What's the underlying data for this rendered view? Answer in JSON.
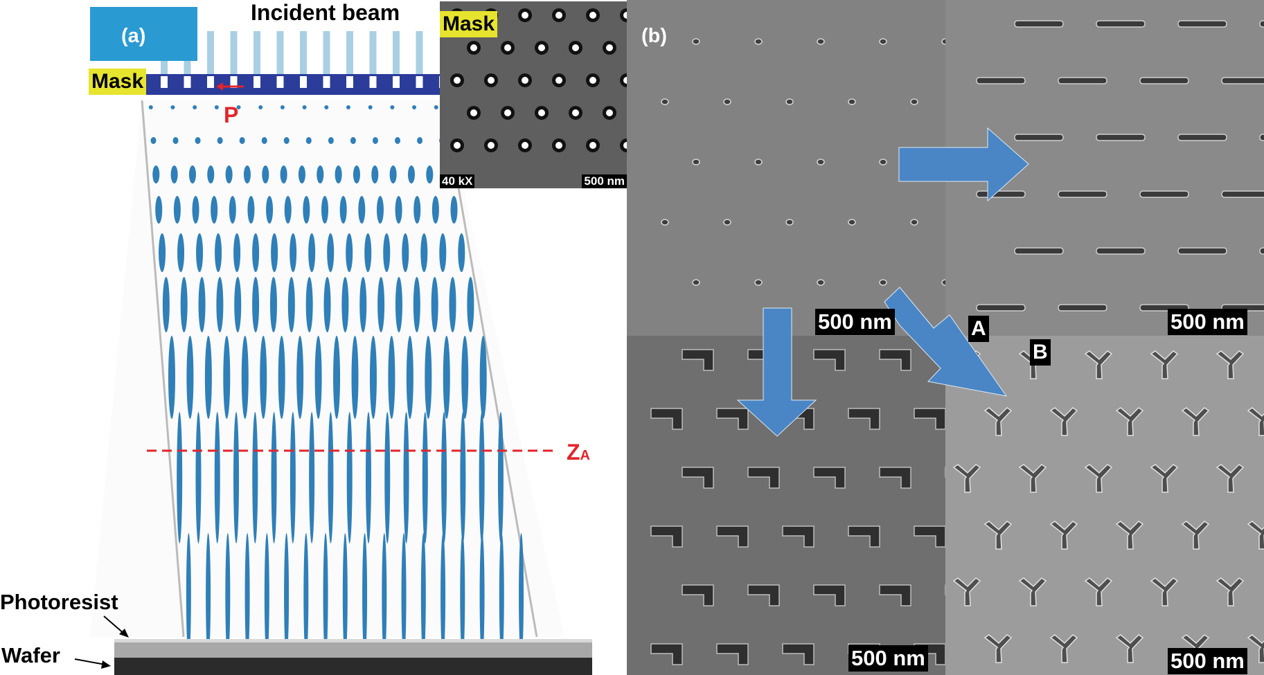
{
  "panel_a": {
    "label": "(a)",
    "incident_beam": "Incident beam",
    "mask": "Mask",
    "period": "P",
    "z_label_main": "Z",
    "z_label_sub": "A",
    "photoresist": "Photoresist",
    "wafer": "Wafer",
    "inset": {
      "mask": "Mask",
      "magnification": "40 kX",
      "scale": "500 nm"
    }
  },
  "panel_b": {
    "label": "(b)",
    "scale_top_left": "500 nm",
    "scale_top_right": "500 nm",
    "scale_bottom_left": "500 nm",
    "scale_bottom_right": "500 nm",
    "arrow_a": "A",
    "arrow_b": "B"
  },
  "colors": {
    "beam_box": "#2a9ad3",
    "beam_rays": "#a9cfe3",
    "mask_bar": "#2b3c9a",
    "focal_spots": "#2f7fb8",
    "z_line": "#e3242b",
    "arrows": "#4a86c5",
    "tag_yellow": "#e6e42e",
    "sem_gray": "#7d7d7d"
  }
}
